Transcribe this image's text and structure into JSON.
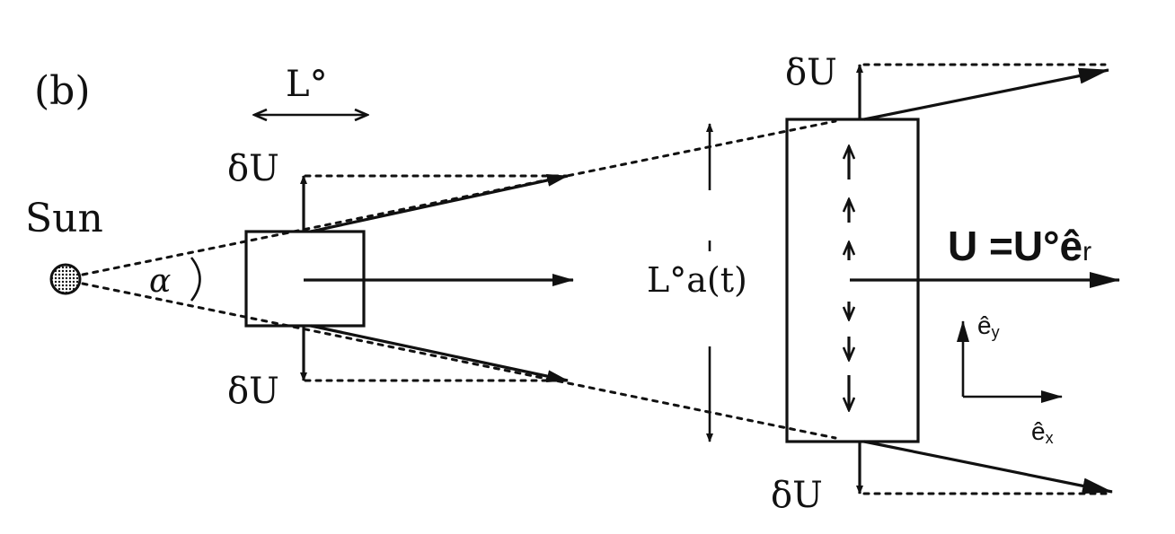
{
  "labels": {
    "panel": "(b)",
    "initial_length": "L°",
    "sun": "Sun",
    "angle": "α",
    "velocity_perturbation": "δU",
    "expanded_length": "L°a(t)",
    "bulk_velocity": "U =U°ê",
    "bulk_velocity_subscript": "r",
    "axis_x": "ê",
    "axis_x_subscript": "x",
    "axis_y": "ê",
    "axis_y_subscript": "y"
  },
  "colors": {
    "ink": "#111111",
    "background": "#ffffff"
  }
}
